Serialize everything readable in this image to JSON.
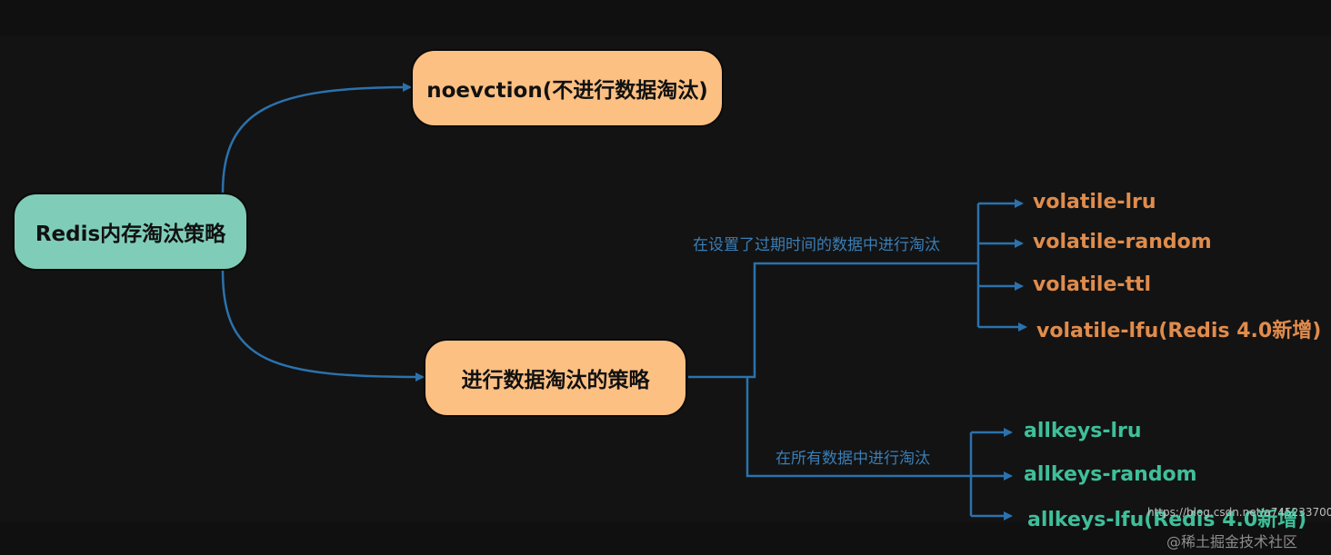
{
  "colors": {
    "background": "#101010",
    "connector": "#2b72ad",
    "root_fill": "#7fcdb8",
    "node_fill": "#fdc083",
    "volatile_text": "#e08c4c",
    "allkeys_text": "#3fbf9a",
    "branch_label": "#3a7eb6"
  },
  "root": {
    "label": "Redis内存淘汰策略"
  },
  "noeviction": {
    "label": "noevction(不进行数据淘汰)"
  },
  "eviction": {
    "label": "进行数据淘汰的策略"
  },
  "volatile_group": {
    "label": "在设置了过期时间的数据中进行淘汰",
    "items": [
      "volatile-lru",
      "volatile-random",
      "volatile-ttl",
      "volatile-lfu(Redis 4.0新增)"
    ]
  },
  "allkeys_group": {
    "label": "在所有数据中进行淘汰",
    "items": [
      "allkeys-lru",
      "allkeys-random",
      "allkeys-lfu(Redis 4.0新增)"
    ]
  },
  "watermarks": {
    "url": "https://blog.csdn.net/a745233700",
    "site": "@稀土掘金技术社区"
  }
}
